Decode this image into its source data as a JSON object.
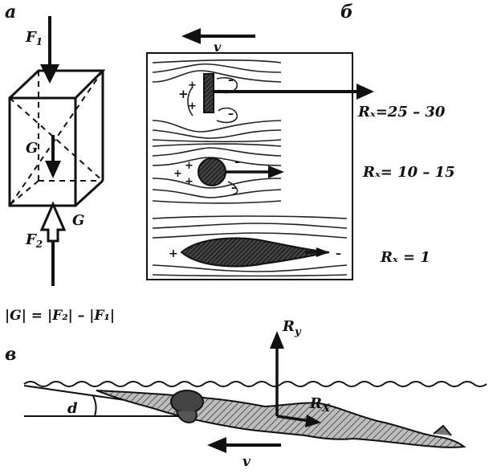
{
  "panels": {
    "a": {
      "letter": "a",
      "force_top": "F",
      "force_top_sub": "1",
      "gravity": "G",
      "force_bottom": "F",
      "force_bottom_sub": "2",
      "side_label": "G",
      "formula": "|G| = |F₂| – |F₁|"
    },
    "b": {
      "letter": "б",
      "velocity": "v",
      "rows": [
        {
          "shape": "plate",
          "rx_text": "Rₓ=25 – 30",
          "signs_front": "+",
          "signs_back": "–"
        },
        {
          "shape": "sphere",
          "rx_text": "Rₓ= 10 – 15",
          "signs_front": "+",
          "signs_back": "–"
        },
        {
          "shape": "streamlined",
          "rx_text": "Rₓ = 1",
          "signs_front": "+",
          "signs_back": "–"
        }
      ]
    },
    "c": {
      "letter": "в",
      "lift": "Ry",
      "lift_main": "R",
      "lift_sub": "y",
      "drag_main": "R",
      "drag_sub": "X",
      "angle": "d",
      "velocity": "v"
    }
  },
  "colors": {
    "ink": "#111111",
    "background": "#ffffff"
  }
}
